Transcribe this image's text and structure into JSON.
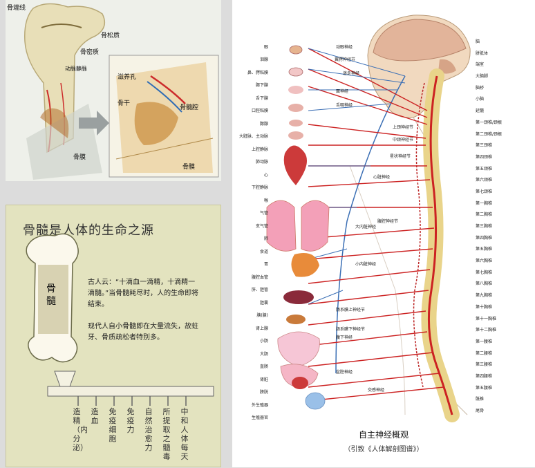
{
  "bone_panel": {
    "labels": {
      "epiphyseal_line": "骨端线",
      "spongy_bone": "骨松质",
      "compact_bone": "骨密质",
      "artery": "动脉",
      "vein": "静脉",
      "periosteum_left": "骨膜",
      "nutrient_foramen": "滋养孔",
      "diaphysis": "骨干",
      "marrow_cavity": "骨髓腔",
      "periosteum_right": "骨膜"
    }
  },
  "marrow_panel": {
    "title": "骨髓是人体的生命之源",
    "bone_label": "骨髓",
    "paragraph1": "古人云：“十滴血一滴精，十滴精一滴髓。”当骨髓耗尽时，人的生命即将结束。",
    "paragraph2": "现代人自小骨髓即在大量流失，故蛀牙、骨质疏松者特别多。",
    "columns": [
      "造精（内分泌）",
      "造血",
      "免疫细胞",
      "免疫力",
      "自然治愈力",
      "所提取之髓毒",
      "中和人体每天"
    ]
  },
  "nerve_panel": {
    "title": "自主神经概观",
    "subtitle": "（引致《人体解剖图谱》）",
    "left_labels": [
      "眼",
      "泪腺",
      "鼻、腭粘膜",
      "腮下腺",
      "舌下腺",
      "口腔粘膜",
      "腮腺",
      "大脏脉、主动脉",
      "上腔静脉",
      "肺动脉",
      "心",
      "下腔静脉",
      "喉",
      "气管",
      "支气管",
      "肺",
      "食道",
      "胃",
      "腹腔血管",
      "肝、胆管",
      "胆囊",
      "胰(腺)",
      "肾上腺",
      "小肠",
      "大肠",
      "直肠",
      "肾脏",
      "膀胱",
      "外生殖器",
      "生殖器官"
    ],
    "right_labels": [
      "脑",
      "胼胝体",
      "端室",
      "大脑脚",
      "脑桥",
      "小脑",
      "延髓",
      "第一颈椎/颈根",
      "第二颈椎/颈根",
      "第三颈椎",
      "第四颈椎",
      "第五颈椎",
      "第六颈椎",
      "第七颈椎",
      "第一胸椎",
      "第二胸椎",
      "第三胸椎",
      "第四胸椎",
      "第五胸椎",
      "第六胸椎",
      "第七胸椎",
      "第八胸椎",
      "第九胸椎",
      "第十胸椎",
      "第十一胸椎",
      "第十二胸椎",
      "第一腰椎",
      "第二腰椎",
      "第三腰椎",
      "第四腰椎",
      "第五腰椎",
      "骶椎",
      "尾骨"
    ],
    "inner_labels": [
      "动眼神经",
      "翼腭神经节",
      "迷走神经",
      "面神经",
      "舌咽神经",
      "上颈神经节",
      "中颈神经节",
      "心脏神经",
      "星状神经节",
      "腹腔神经节",
      "大内脏神经",
      "小内脏神经",
      "肠系膜上神经节",
      "肠系膜下神经节",
      "腹下神经",
      "盆腔神经",
      "交感神经"
    ]
  }
}
